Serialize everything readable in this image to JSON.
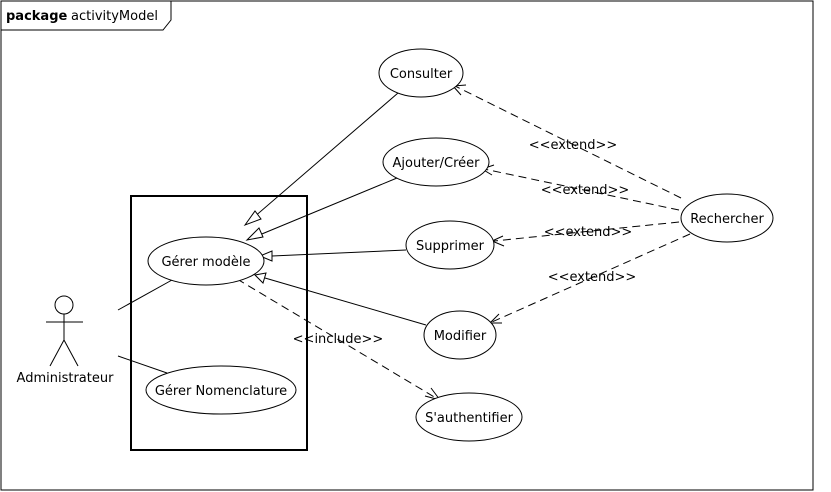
{
  "package": {
    "keyword": "package",
    "name": "activityModel"
  },
  "actor": {
    "name": "Administrateur"
  },
  "use_cases": {
    "gerer_modele": "Gérer modèle",
    "gerer_nomenclature": "Gérer Nomenclature",
    "consulter": "Consulter",
    "ajouter_creer": "Ajouter/Créer",
    "supprimer": "Supprimer",
    "modifier": "Modifier",
    "rechercher": "Rechercher",
    "sauthentifier": "S'authentifier"
  },
  "relations": {
    "include_label": "<<include>>",
    "extend_consulter": "<<extend>>",
    "extend_ajouter": "<<extend>>",
    "extend_supprimer": "<<extend>>",
    "extend_modifier": "<<extend>>"
  }
}
